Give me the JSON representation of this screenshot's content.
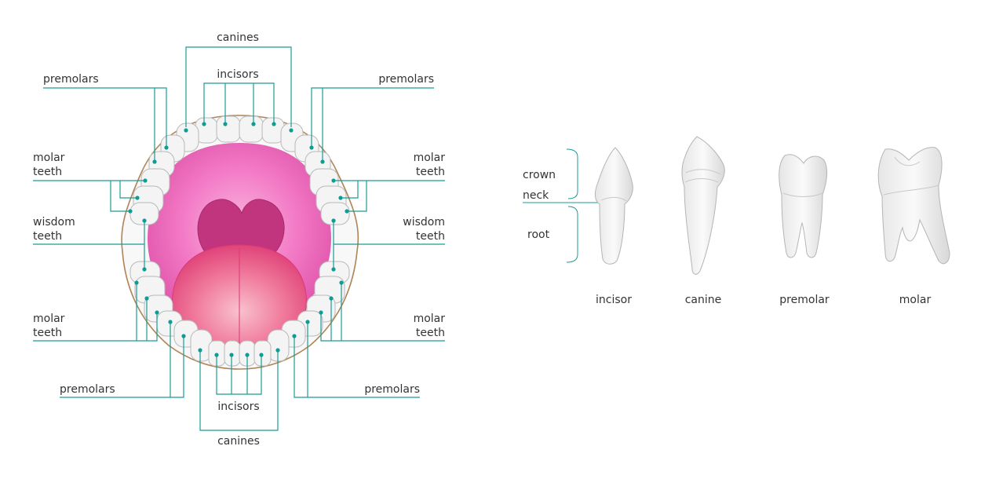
{
  "colors": {
    "leader": "#1a9c94",
    "dot": "#0e9c94",
    "gum_outline": "#b08456",
    "palate_pink": "#f06bbd",
    "uvula": "#c0357e",
    "tongue": "#e8457f",
    "tooth_fill": "#f4f4f4",
    "tooth_stroke": "#b9b9b9"
  },
  "mouth": {
    "labels": {
      "canines_top": "canines",
      "incisors_top": "incisors",
      "premolars_top_left": "premolars",
      "premolars_top_right": "premolars",
      "molar_upper_left_1": "molar",
      "molar_upper_left_2": "teeth",
      "molar_upper_right_1": "molar",
      "molar_upper_right_2": "teeth",
      "wisdom_left_1": "wisdom",
      "wisdom_left_2": "teeth",
      "wisdom_right_1": "wisdom",
      "wisdom_right_2": "teeth",
      "molar_lower_left_1": "molar",
      "molar_lower_left_2": "teeth",
      "molar_lower_right_1": "molar",
      "molar_lower_right_2": "teeth",
      "premolars_bottom_left": "premolars",
      "premolars_bottom_right": "premolars",
      "incisors_bottom": "incisors",
      "canines_bottom": "canines"
    }
  },
  "tooth_types": {
    "parts": {
      "crown": "crown",
      "neck": "neck",
      "root": "root"
    },
    "names": {
      "incisor": "incisor",
      "canine": "canine",
      "premolar": "premolar",
      "molar": "molar"
    }
  }
}
